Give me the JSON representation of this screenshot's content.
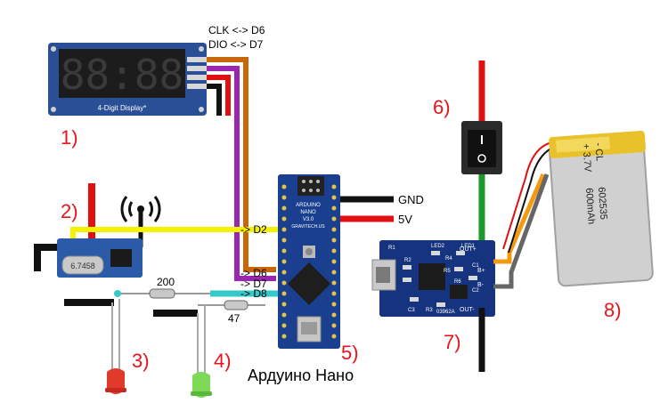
{
  "colors": {
    "red_label": "#e8141b",
    "wire_black": "#111111",
    "wire_red": "#e01010",
    "wire_yellow": "#f5f200",
    "wire_orange": "#c8660a",
    "wire_purple": "#9b27b0",
    "wire_cyan": "#35c9c9",
    "wire_green": "#1a9a2a",
    "wire_gray": "#666666",
    "wire_bright_orange": "#f39a10",
    "board_blue": "#1a3f8f",
    "display_dark": "#1c1c1c",
    "battery_silver": "#d0d0d0",
    "battery_gold": "#e9c22b"
  },
  "display_module": {
    "digits": "88:88",
    "caption": "4-Digit Display*",
    "pin_labels": [
      "CLK <-> D6",
      "DIO <-> D7"
    ]
  },
  "labels": {
    "n1": "1)",
    "n2": "2)",
    "n3": "3)",
    "n4": "4)",
    "n5": "5)",
    "n6": "6)",
    "n7": "7)",
    "n8": "8)"
  },
  "arduino": {
    "name": "Ардуино Нано",
    "board_text_1": "ARDUINO",
    "board_text_2": "NANO",
    "board_text_3": "V3.0",
    "board_text_4": "GRAVITECH.US",
    "connections": [
      "-> D2",
      "-> D6",
      "-> D7",
      "-> D8"
    ],
    "power": [
      "GND",
      "5V"
    ]
  },
  "resistors": {
    "r1": "200",
    "r2": "47"
  },
  "rf_module": {
    "crystal_text": "6.7458"
  },
  "charger": {
    "pins": [
      "OUT+",
      "B+",
      "B-",
      "OUT-"
    ],
    "parts": [
      "R1",
      "R2",
      "R4",
      "R5",
      "R6",
      "C3",
      "R3",
      "C1",
      "C2",
      "LED1",
      "LED2"
    ],
    "code": "03962A"
  },
  "battery": {
    "lines": [
      "- CL",
      "+ 3.7V",
      "602535",
      "600mAh"
    ]
  }
}
